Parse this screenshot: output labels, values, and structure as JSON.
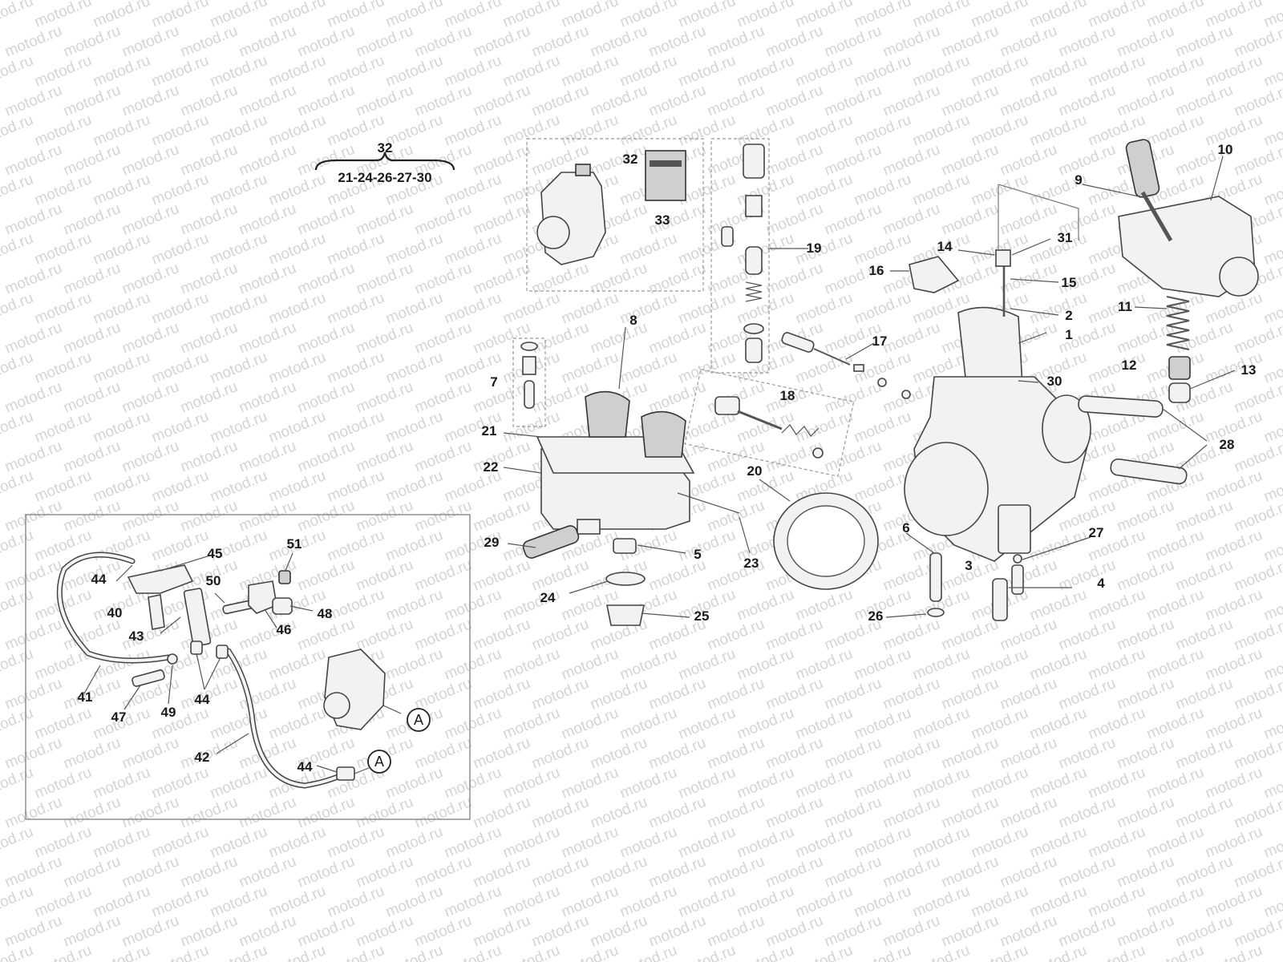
{
  "watermark": {
    "text": "motod.ru",
    "color": "#d4d4d4"
  },
  "header_group": {
    "parent": "32",
    "children": "21-24-26-27-30"
  },
  "callouts": {
    "p1": "1",
    "p2": "2",
    "p3": "3",
    "p4": "4",
    "p5": "5",
    "p6": "6",
    "p7": "7",
    "p8": "8",
    "p9": "9",
    "p10": "10",
    "p11": "11",
    "p12": "12",
    "p13": "13",
    "p14": "14",
    "p15": "15",
    "p16": "16",
    "p17": "17",
    "p18": "18",
    "p19": "19",
    "p20": "20",
    "p21": "21",
    "p22": "22",
    "p23": "23",
    "p24": "24",
    "p25": "25",
    "p26": "26",
    "p27": "27",
    "p28": "28",
    "p29": "29",
    "p30": "30",
    "p31": "31",
    "p32": "32",
    "p33": "33",
    "p40": "40",
    "p41": "41",
    "p42": "42",
    "p43": "43",
    "p44a": "44",
    "p44b": "44",
    "p44c": "44",
    "p45": "45",
    "p46": "46",
    "p47": "47",
    "p48": "48",
    "p49": "49",
    "p50": "50",
    "p51": "51"
  },
  "connector_marker": "A"
}
